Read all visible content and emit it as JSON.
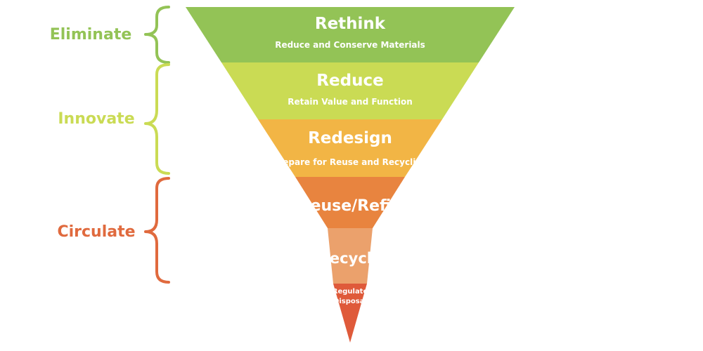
{
  "tiers": [
    {
      "title": "Rethink",
      "subtitle": "Reduce and Conserve Materials",
      "color": "#93c356"
    },
    {
      "title": "Reduce",
      "subtitle": "Retain Value and Function",
      "color": "#cadb54"
    },
    {
      "title": "Redesign",
      "subtitle": "Prepare for Reuse and Recycling",
      "color": "#f2b545"
    },
    {
      "title": "Reuse/Refill",
      "subtitle": "",
      "color": "#e8843f"
    },
    {
      "title": "Recycle",
      "subtitle": "",
      "color": "#eba16c"
    },
    {
      "title": "Regulate",
      "subtitle": "Disposal",
      "color": "#df5a3a"
    }
  ],
  "groups": [
    {
      "label": "Eliminate",
      "color": "#93c356"
    },
    {
      "label": "Innovate",
      "color": "#cadb54"
    },
    {
      "label": "Circulate",
      "color": "#e06a3e"
    }
  ]
}
